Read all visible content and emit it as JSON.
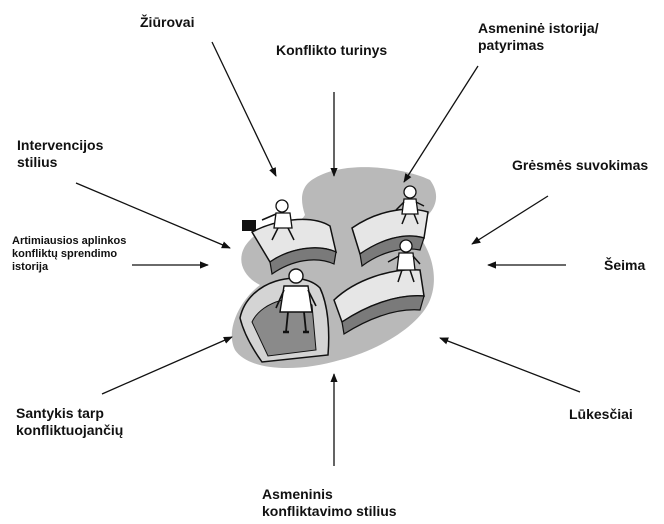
{
  "diagram": {
    "factors": {
      "ziurovai": {
        "lines": [
          "Žiūrovai"
        ]
      },
      "konflikto_turinys": {
        "lines": [
          "Konflikto turinys"
        ]
      },
      "asmenine_istorija": {
        "lines": [
          "Asmeninė istorija/",
          "patyrimas"
        ]
      },
      "intervencijos_stilius": {
        "lines": [
          "Intervencijos",
          "stilius"
        ]
      },
      "gresmes_suvokimas": {
        "lines": [
          "Grėsmės suvokimas"
        ]
      },
      "artimiausios_aplinkos": {
        "lines": [
          "Artimiausios aplinkos",
          "konfliktų sprendimo",
          "istorija"
        ]
      },
      "seima": {
        "lines": [
          "Šeima"
        ]
      },
      "santykis": {
        "lines": [
          "Santykis tarp",
          "konfliktuojančių"
        ]
      },
      "lukesciai": {
        "lines": [
          "Lūkesčiai"
        ]
      },
      "asmeninis_stilius": {
        "lines": [
          "Asmeninis",
          "konfliktavimo stilius"
        ]
      }
    },
    "colors": {
      "ink": "#111111",
      "shadow": "#b9b9b9",
      "bridge": "#7a7a7a",
      "bridge_top": "#e6e6e6"
    },
    "icons": [
      "arrow-icon",
      "bridges-illustration",
      "person-icon",
      "briefcase-icon"
    ]
  }
}
